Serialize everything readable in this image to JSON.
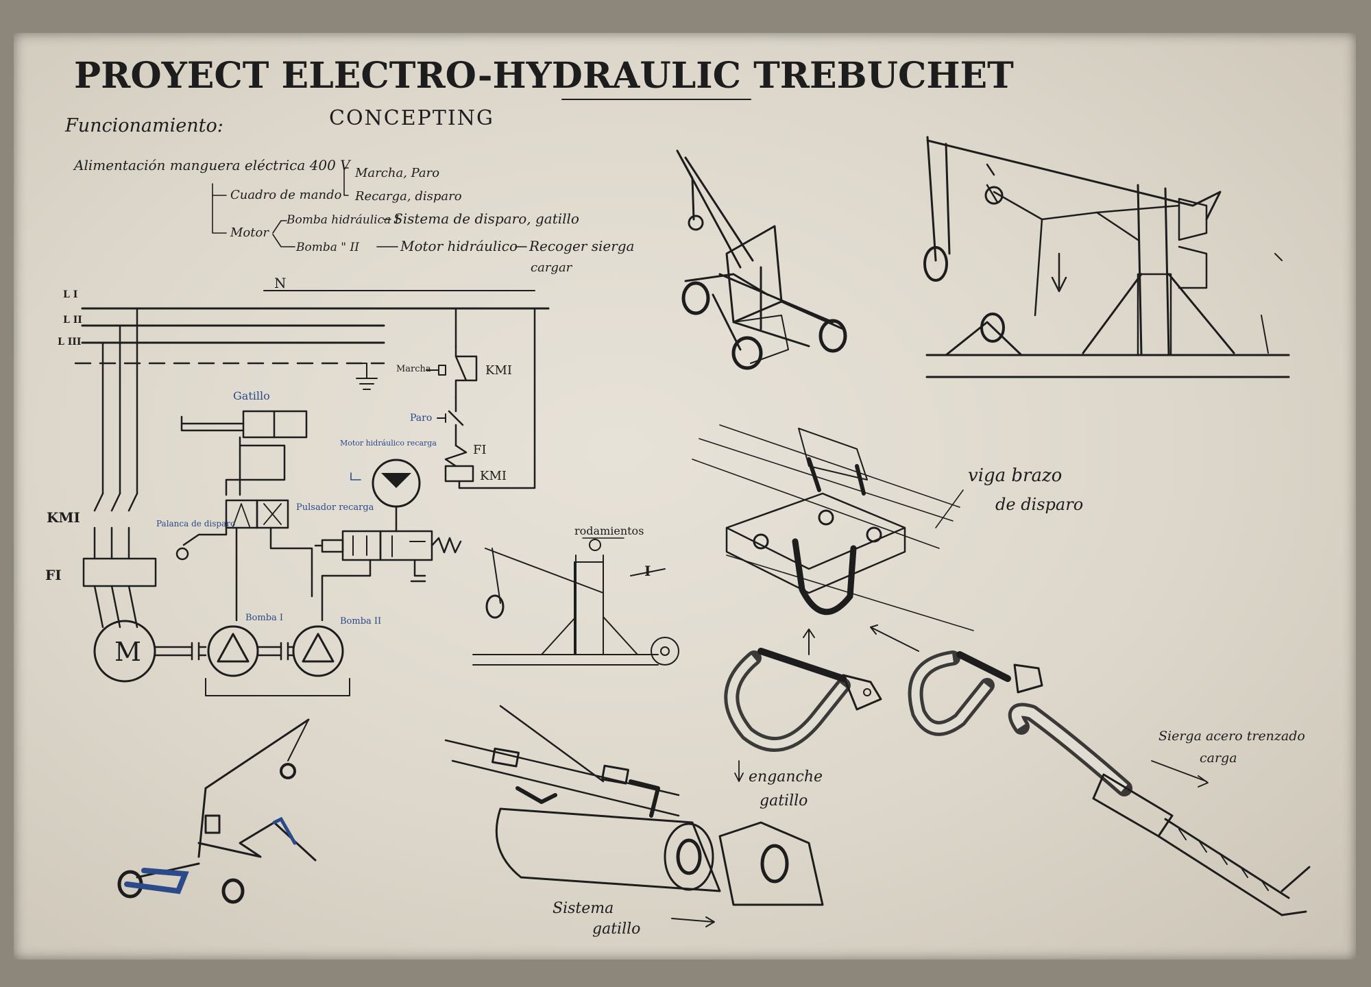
{
  "title": "PROYECT ELECTRO-HYDRAULIC TREBUCHET",
  "subtitle": "CONCEPTING",
  "section_heading": "Funcionamiento:",
  "flow": {
    "supply": "Alimentación manguera eléctrica 400 V",
    "march_stop": "Marcha, Paro",
    "reload_fire": "Recarga, disparo",
    "control_panel": "Cuadro de mando",
    "motor": "Motor",
    "pump1": "Bomba hidráulica I",
    "fire_system": "Sistema de disparo, gatillo",
    "pump2": "Bomba \" II",
    "hyd_motor": "Motor hidráulico",
    "collect": "Recoger sierga",
    "charge": "cargar"
  },
  "schematic": {
    "n": "N",
    "l1": "L I",
    "l2": "L II",
    "l3": "L III",
    "km1_left": "KMI",
    "f1_left": "FI",
    "motor": "M",
    "marcha": "Marcha",
    "km1_contact": "KMI",
    "paro": "Paro",
    "f1_contact": "FI",
    "km1_coil": "KMI",
    "gatillo": "Gatillo",
    "hyd_motor_note": "Motor hidráulico recarga",
    "lever": "Palanca de disparo",
    "button": "Pulsador recarga",
    "pump1": "Bomba I",
    "pump2": "Bomba II"
  },
  "annotations": {
    "rodamientos": "rodamientos",
    "viga": "viga brazo de disparo",
    "enganche": "enganche gatillo",
    "sierga": "Sierga acero trenzado carga",
    "sistema": "Sistema gatillo"
  },
  "colors": {
    "paper": "#e2ddd2",
    "ink": "#1d1d1d",
    "blue_ink": "#2a4a8a",
    "background": "#8d877b"
  }
}
